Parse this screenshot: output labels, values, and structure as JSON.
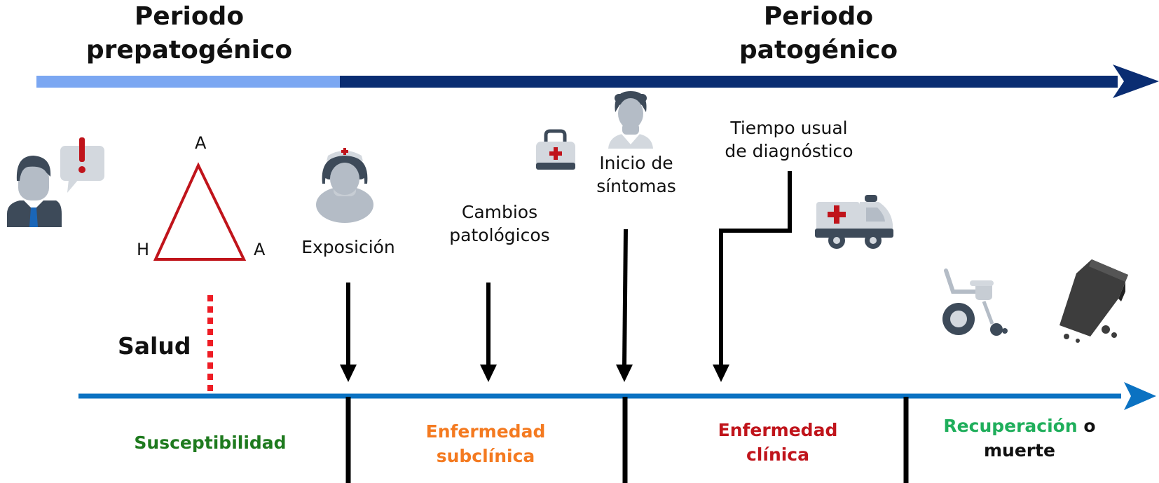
{
  "periods": {
    "prepathogenic": [
      "Periodo",
      "prepatogénico"
    ],
    "pathogenic": [
      "Periodo",
      "patogénico"
    ]
  },
  "triangle": {
    "top": "A",
    "left": "H",
    "right": "A"
  },
  "events": {
    "exposure": "Exposición",
    "pathologic_changes": [
      "Cambios",
      "patológicos"
    ],
    "symptom_onset": [
      "Inicio de",
      "síntomas"
    ],
    "diagnosis_time": [
      "Tiempo usual",
      "de diagnóstico"
    ]
  },
  "health_label": "Salud",
  "phases": {
    "susceptibility": "Susceptibilidad",
    "subclinical": [
      "Enfermedad",
      "subclínica"
    ],
    "clinical": [
      "Enfermedad",
      "clínica"
    ],
    "outcome_recovery": "Recuperación",
    "outcome_or": " o",
    "outcome_death": "muerte"
  },
  "colors": {
    "prepathogenic_bar": "#7BA7F2",
    "pathogenic_bar": "#0A2D72",
    "timeline": "#0B72C2",
    "triangle": "#C0141B",
    "dotted_marker": "#EE1C24",
    "susceptibility": "#1E7A1E",
    "subclinical": "#F47A20",
    "clinical": "#C0141B",
    "recovery": "#1FAE5B",
    "icon_gray": "#B4BCC6",
    "icon_dark": "#3D4A59",
    "icon_red": "#C0141B"
  },
  "icons": [
    "person-alert-icon",
    "nurse-icon",
    "medical-kit-icon",
    "doctor-icon",
    "ambulance-icon",
    "wheelchair-icon",
    "coffin-icon"
  ]
}
